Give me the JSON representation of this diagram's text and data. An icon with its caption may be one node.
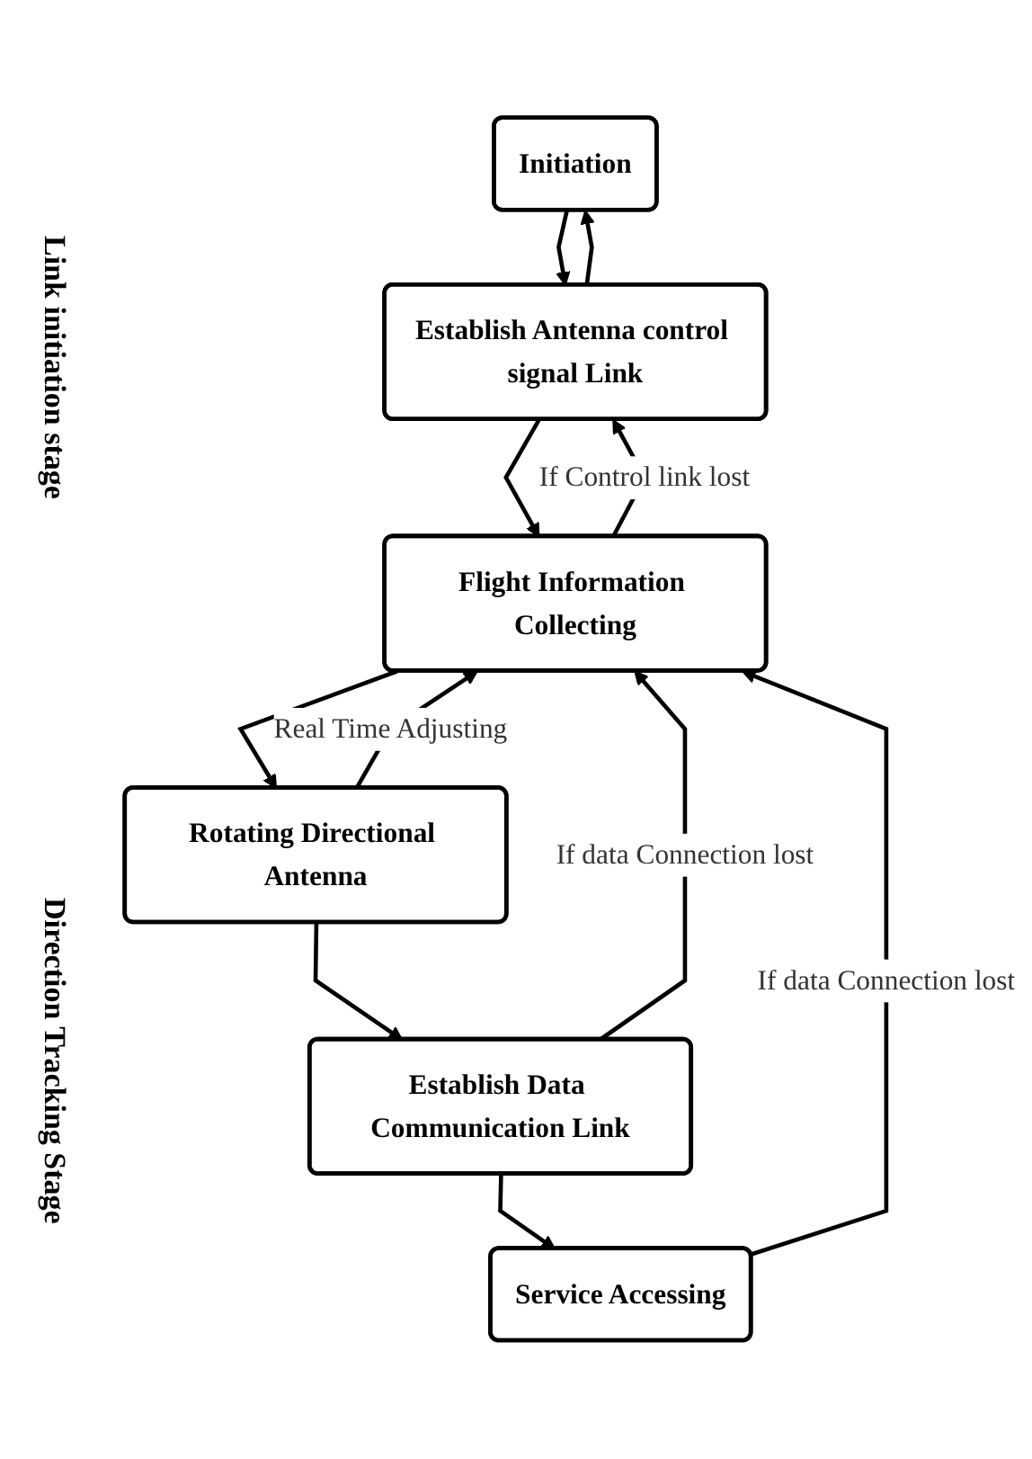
{
  "diagram": {
    "nodes": [
      {
        "text": [
          "Initiation"
        ]
      },
      {
        "text": [
          "Establish Antenna control signal Link"
        ]
      },
      {
        "text": [
          "Flight Information Collecting"
        ]
      },
      {
        "text": [
          "Rotating Directional Antenna"
        ]
      },
      {
        "text": [
          "Establish Data Communication Link"
        ]
      },
      {
        "text": [
          "Service Accessing"
        ]
      }
    ],
    "edges": [
      {
        "from": 0,
        "to": 1,
        "arrow": "to"
      },
      {
        "from": 1,
        "to": 0,
        "arrow": "to"
      },
      {
        "from": 1,
        "to": 2,
        "arrow": "to"
      },
      {
        "from": 2,
        "to": 1,
        "arrow": "to",
        "label": "If Control link lost"
      },
      {
        "from": 2,
        "to": 3,
        "arrow": "to"
      },
      {
        "from": 3,
        "to": 2,
        "arrow": "to",
        "label": "Real Time Adjusting"
      },
      {
        "from": 3,
        "to": 4,
        "arrow": "to"
      },
      {
        "from": 4,
        "to": 2,
        "arrow": "to",
        "label": "If data Connection lost"
      },
      {
        "from": 4,
        "to": 5,
        "arrow": "to"
      },
      {
        "from": 5,
        "to": 2,
        "arrow": "to",
        "label": "If data Connection lost"
      }
    ],
    "labels": [
      "Link initiation stage",
      "Direction Tracking Stage"
    ]
  }
}
